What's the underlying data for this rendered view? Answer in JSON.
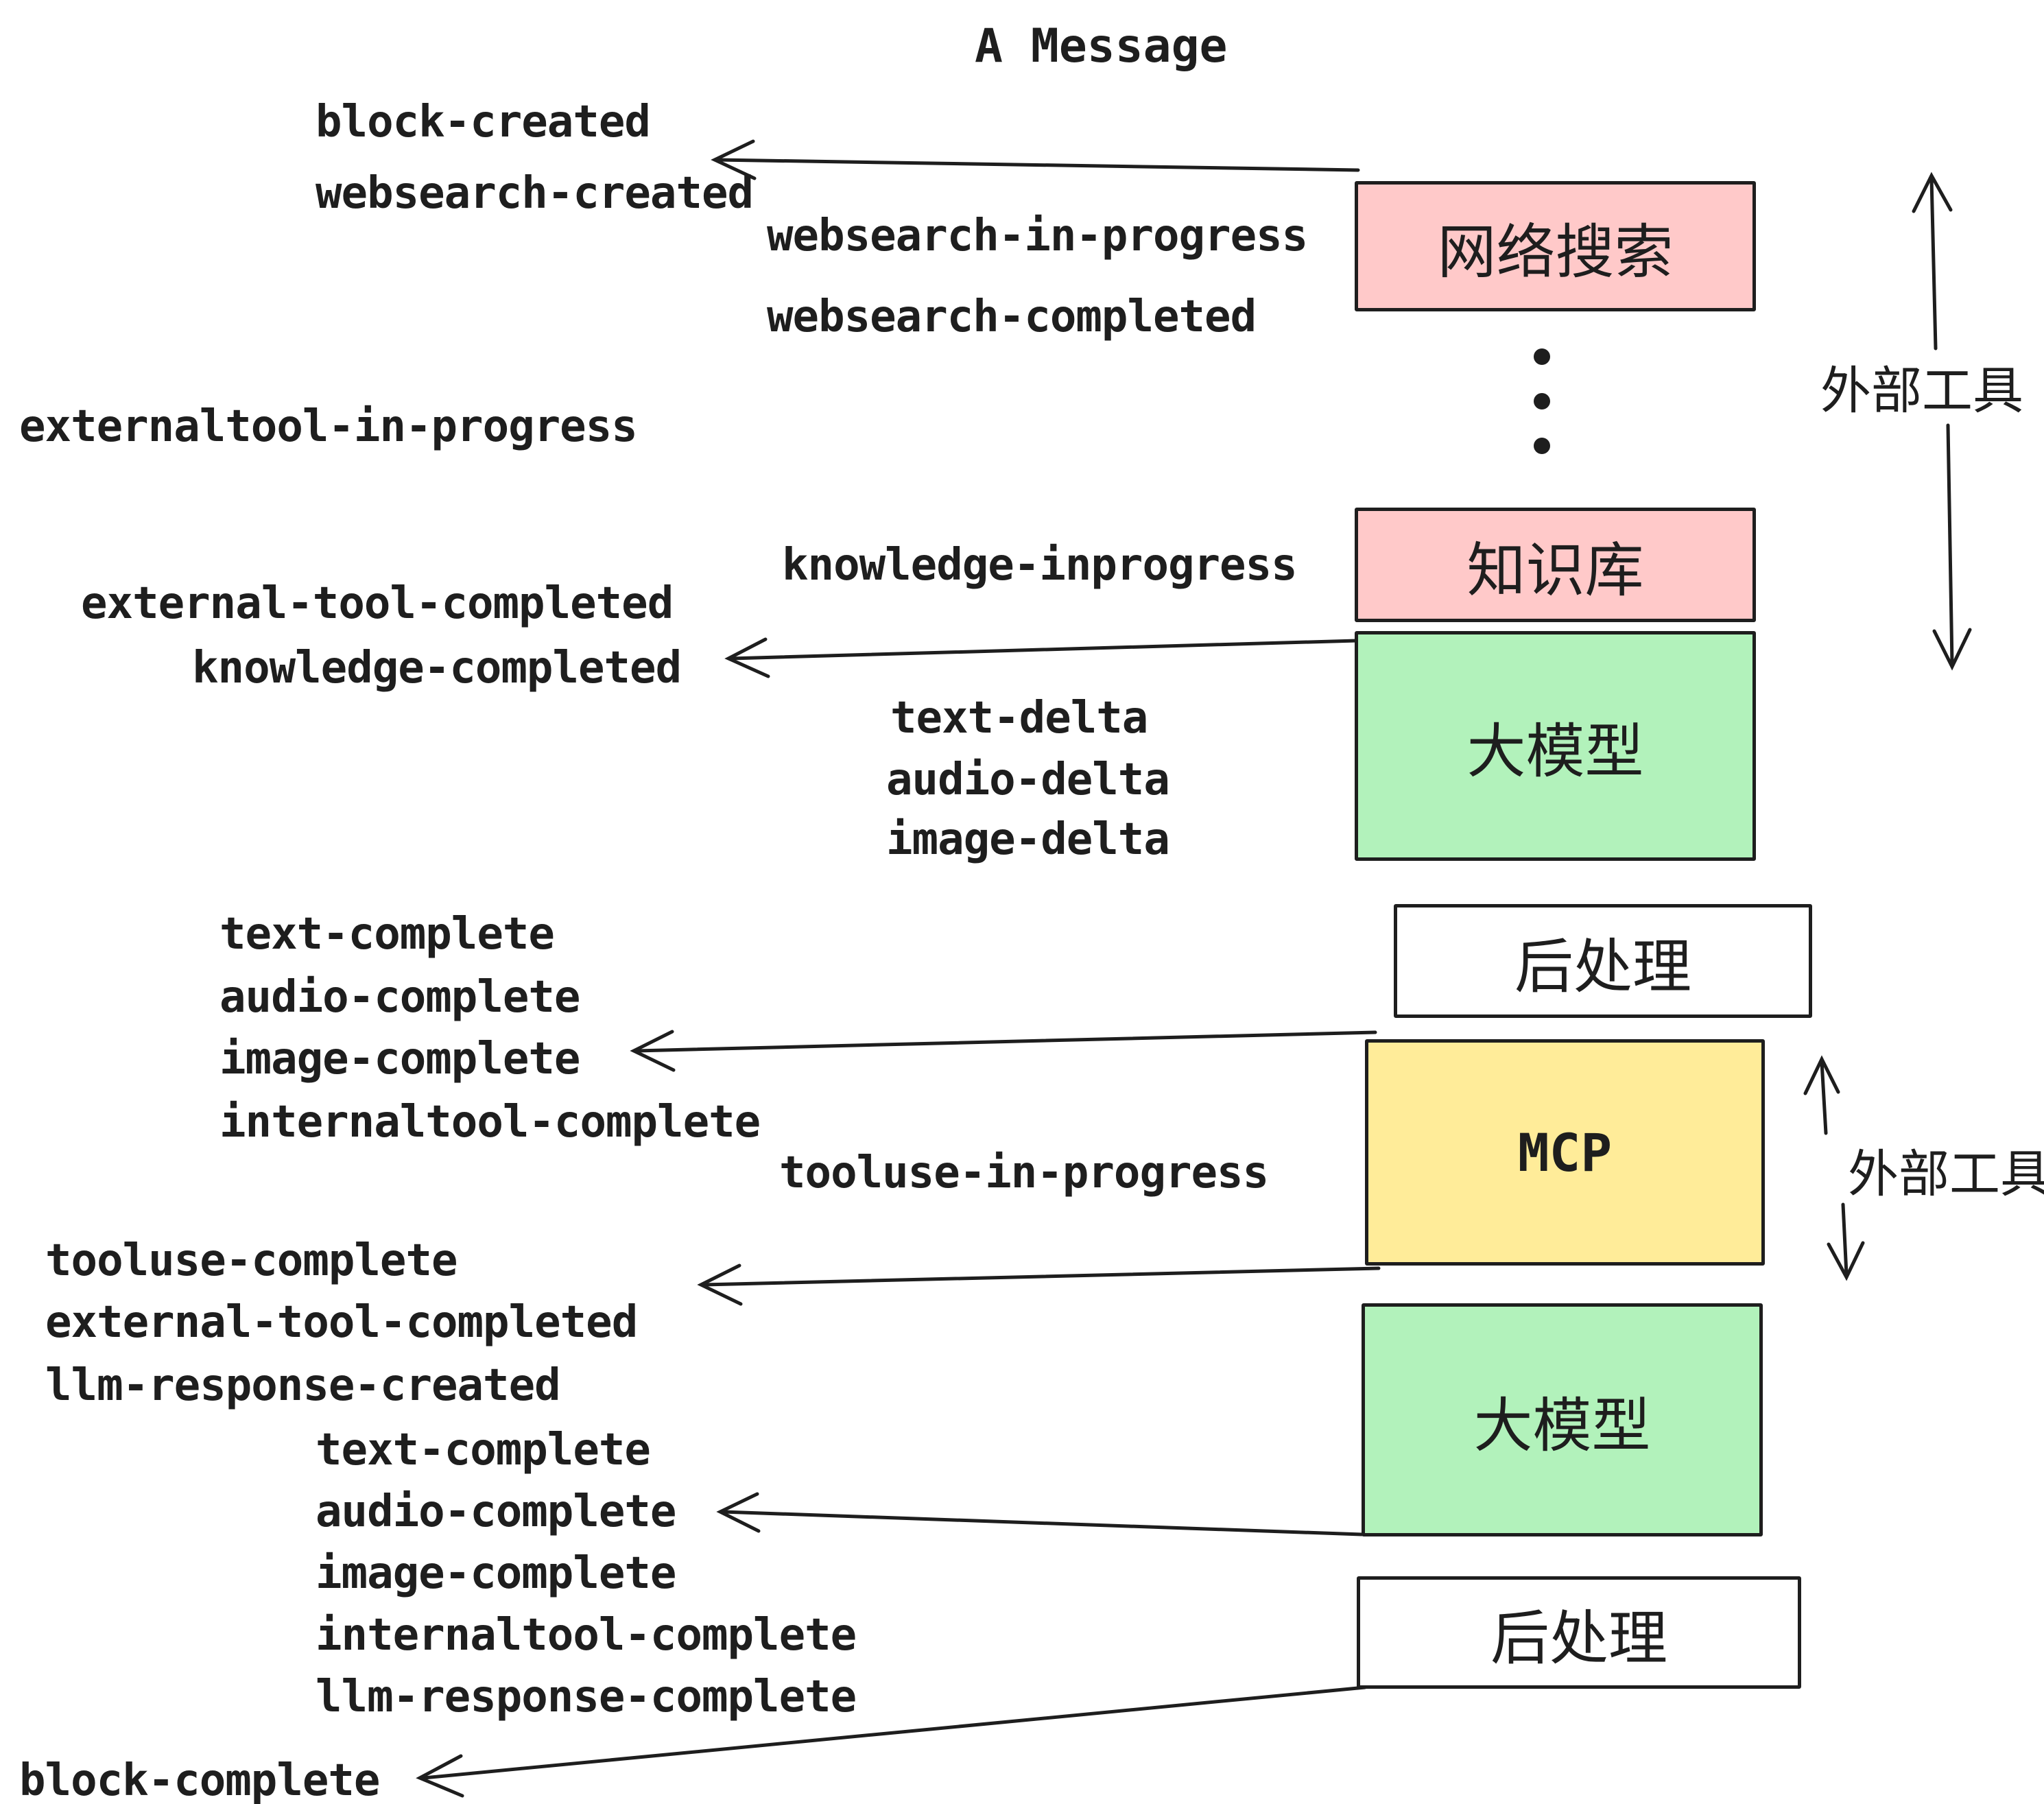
{
  "title": "A Message",
  "colors": {
    "pink": "#ffc9c9",
    "green": "#b2f2bb",
    "yellow": "#ffec99",
    "white": "#ffffff",
    "stroke": "#1e1e1e"
  },
  "boxes": {
    "websearch": {
      "label": "网络搜索"
    },
    "knowledge": {
      "label": "知识库"
    },
    "llm1": {
      "label": "大模型"
    },
    "post1": {
      "label": "后处理"
    },
    "mcp": {
      "label": "MCP"
    },
    "llm2": {
      "label": "大模型"
    },
    "post2": {
      "label": "后处理"
    }
  },
  "annotations": {
    "external_tools_top": "外部工具",
    "external_tools_mid": "外部工具"
  },
  "events": [
    {
      "label": "block-created"
    },
    {
      "label": "websearch-created"
    },
    {
      "label": "websearch-in-progress"
    },
    {
      "label": "websearch-completed"
    },
    {
      "label": "externaltool-in-progress"
    },
    {
      "label": "knowledge-inprogress"
    },
    {
      "label": "external-tool-completed"
    },
    {
      "label": "knowledge-completed"
    },
    {
      "label": "text-delta"
    },
    {
      "label": "audio-delta"
    },
    {
      "label": "image-delta"
    },
    {
      "label": "text-complete"
    },
    {
      "label": "audio-complete"
    },
    {
      "label": "image-complete"
    },
    {
      "label": "internaltool-complete"
    },
    {
      "label": "tooluse-in-progress"
    },
    {
      "label": "tooluse-complete"
    },
    {
      "label": "external-tool-completed"
    },
    {
      "label": "llm-response-created"
    },
    {
      "label": "text-complete"
    },
    {
      "label": "audio-complete"
    },
    {
      "label": "image-complete"
    },
    {
      "label": "internaltool-complete"
    },
    {
      "label": "llm-response-complete"
    },
    {
      "label": "block-complete"
    }
  ]
}
